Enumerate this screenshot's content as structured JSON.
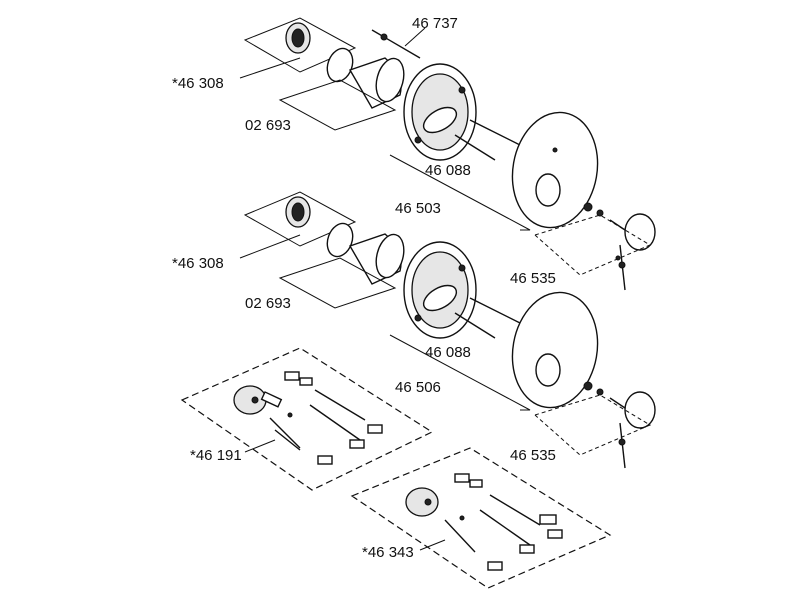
{
  "labels": {
    "cartridge_key_top": "*46 308",
    "cartridge_key_mid": "*46 308",
    "sleeve_top": "02 693",
    "sleeve_mid": "02 693",
    "spindle": "46 737",
    "screws_top": "46 088",
    "screws_mid": "46 088",
    "rosette_top": "46 503",
    "rosette_mid": "46 506",
    "handle_top": "46 535",
    "handle_mid": "46 535",
    "kit_left": "*46 191",
    "kit_right": "*46 343"
  }
}
